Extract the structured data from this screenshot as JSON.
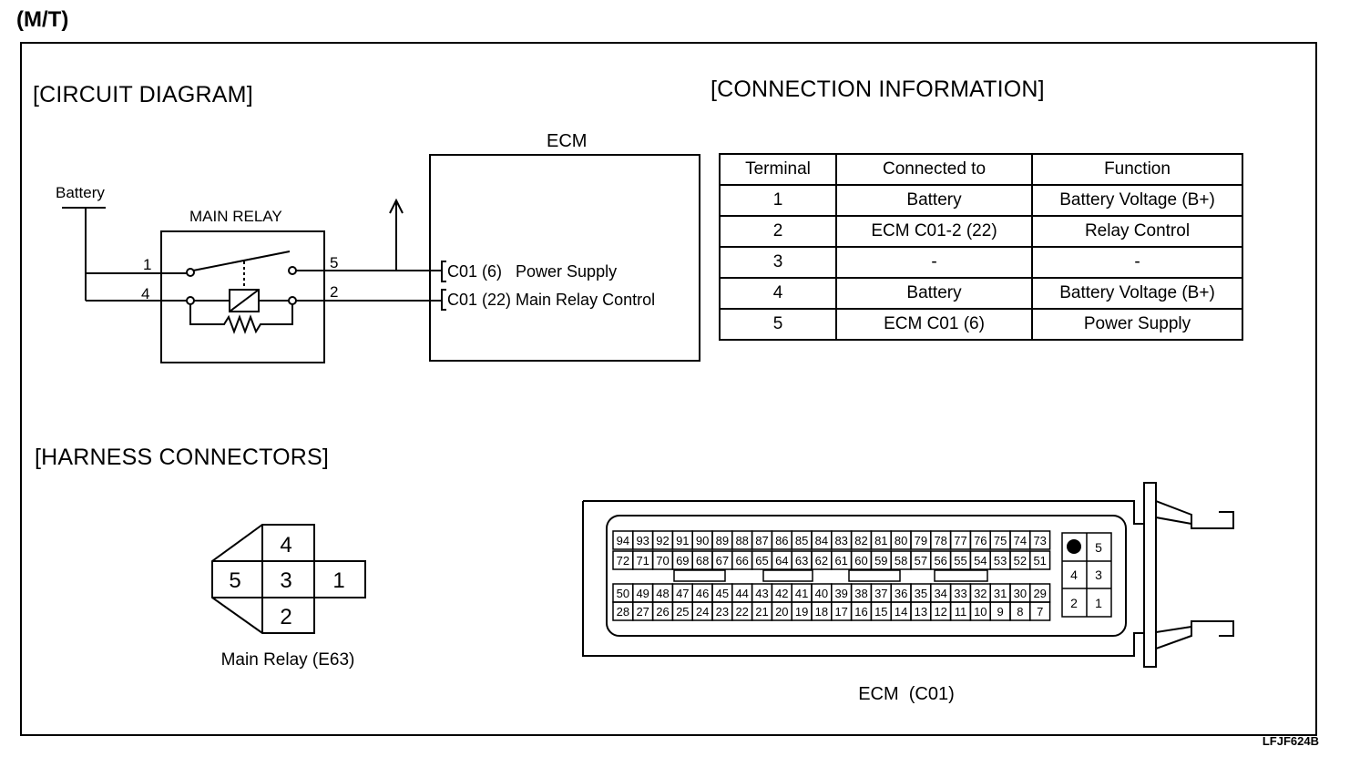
{
  "header": {
    "mode": "(M/T)",
    "footer_code": "LFJF624B"
  },
  "circuit": {
    "title": "[CIRCUIT DIAGRAM]",
    "battery": "Battery",
    "relay_title": "MAIN RELAY",
    "ecm_title": "ECM",
    "pins": {
      "p1": "1",
      "p4": "4",
      "p5": "5",
      "p2": "2"
    },
    "ecm_lines": [
      "C01 (6)   Power Supply",
      "C01 (22) Main Relay Control"
    ]
  },
  "connection": {
    "title": "[CONNECTION INFORMATION]",
    "headers": [
      "Terminal",
      "Connected to",
      "Function"
    ],
    "rows": [
      [
        "1",
        "Battery",
        "Battery Voltage (B+)"
      ],
      [
        "2",
        "ECM C01-2 (22)",
        "Relay Control"
      ],
      [
        "3",
        "-",
        "-"
      ],
      [
        "4",
        "Battery",
        "Battery Voltage (B+)"
      ],
      [
        "5",
        "ECM C01 (6)",
        "Power Supply"
      ]
    ]
  },
  "harness": {
    "title": "[HARNESS CONNECTORS]",
    "relay_pins": {
      "top": "4",
      "left": "5",
      "center": "3",
      "right": "1",
      "bottom": "2"
    },
    "relay_label": "Main Relay (E63)",
    "ecm_label": "ECM  (C01)",
    "ecm_row1": [
      "94",
      "93",
      "92",
      "91",
      "90",
      "89",
      "88",
      "87",
      "86",
      "85",
      "84",
      "83",
      "82",
      "81",
      "80",
      "79",
      "78",
      "77",
      "76",
      "75",
      "74",
      "73"
    ],
    "ecm_row2": [
      "72",
      "71",
      "70",
      "69",
      "68",
      "67",
      "66",
      "65",
      "64",
      "63",
      "62",
      "61",
      "60",
      "59",
      "58",
      "57",
      "56",
      "55",
      "54",
      "53",
      "52",
      "51"
    ],
    "ecm_row3": [
      "50",
      "49",
      "48",
      "47",
      "46",
      "45",
      "44",
      "43",
      "42",
      "41",
      "40",
      "39",
      "38",
      "37",
      "36",
      "35",
      "34",
      "33",
      "32",
      "31",
      "30",
      "29"
    ],
    "ecm_row4": [
      "28",
      "27",
      "26",
      "25",
      "24",
      "23",
      "22",
      "21",
      "20",
      "19",
      "18",
      "17",
      "16",
      "15",
      "14",
      "13",
      "12",
      "11",
      "10",
      "9",
      "8",
      "7"
    ],
    "ecm_small": [
      "5",
      "4",
      "3",
      "2",
      "1"
    ]
  }
}
